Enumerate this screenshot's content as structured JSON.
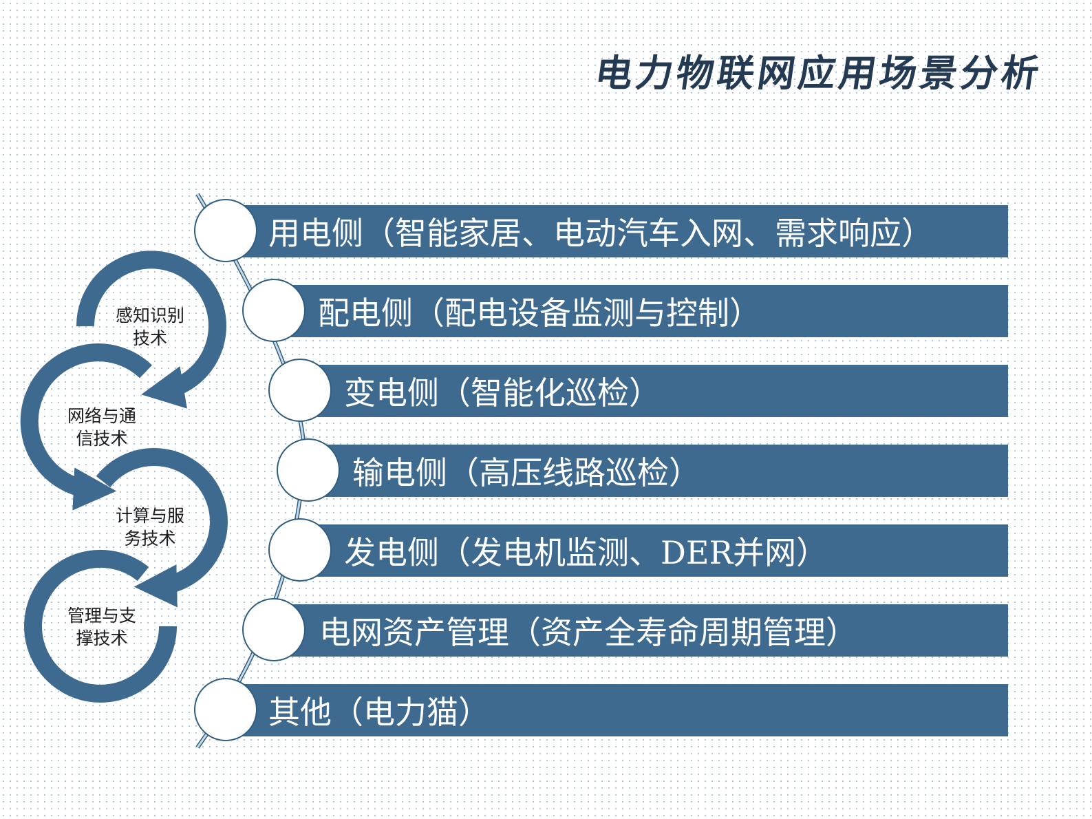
{
  "title": "电力物联网应用场景分析",
  "scenes": [
    {
      "label": "用电侧（智能家居、电动汽车入网、需求响应）"
    },
    {
      "label": "配电侧（配电设备监测与控制）"
    },
    {
      "label": "变电侧（智能化巡检）"
    },
    {
      "label": "输电侧（高压线路巡检）"
    },
    {
      "label": "发电侧（发电机监测、DER并网）"
    },
    {
      "label": "电网资产管理（资产全寿命周期管理）"
    },
    {
      "label": "其他（电力猫）"
    }
  ],
  "technologies": [
    {
      "line1": "感知识别",
      "line2": "技术"
    },
    {
      "line1": "网络与通",
      "line2": "信技术"
    },
    {
      "line1": "计算与服",
      "line2": "务技术"
    },
    {
      "line1": "管理与支",
      "line2": "撑技术"
    }
  ],
  "colors": {
    "bar": "#3d6a8e",
    "arrow": "#3d6a8e",
    "title": "#243a52",
    "circle_border": "#2f5d7f"
  }
}
